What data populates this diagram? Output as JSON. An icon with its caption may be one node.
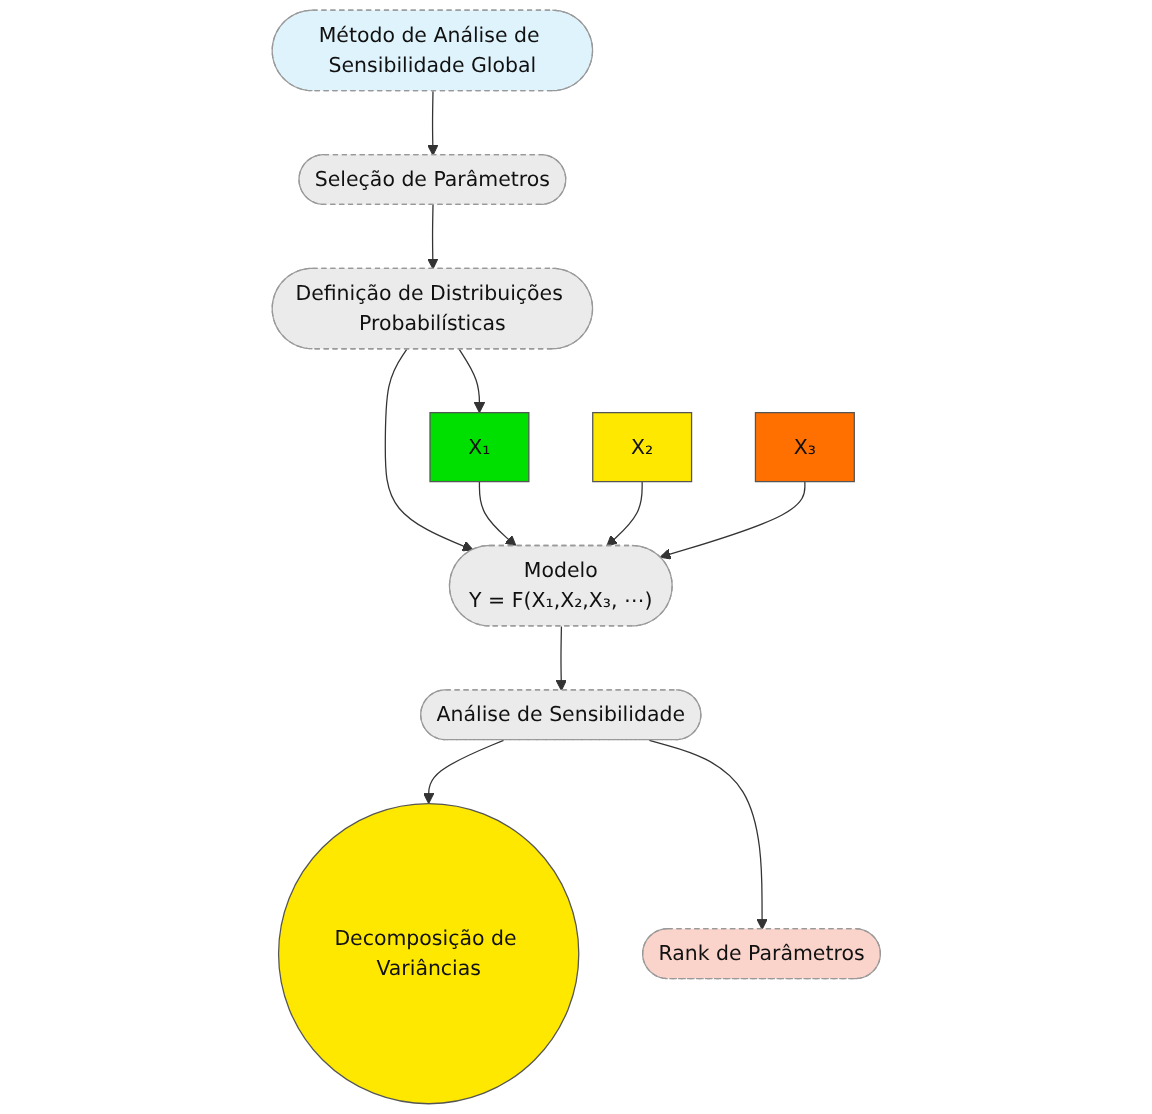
{
  "diagram": {
    "nodes": [
      {
        "text": [
          "Método de Análise de Sensibilidade Global"
        ]
      },
      {
        "text": [
          "Seleção de Parâmetros"
        ]
      },
      {
        "text": [
          "Definição de Distribuições Probabilísticas"
        ]
      },
      {
        "text": [
          "X₁"
        ]
      },
      {
        "text": [
          "X₂"
        ]
      },
      {
        "text": [
          "X₃"
        ]
      },
      {
        "text": [
          "Modelo",
          "Y = F(X₁,X₂,X₃, ⋯)"
        ]
      },
      {
        "text": [
          "Análise de Sensibilidade"
        ]
      },
      {
        "text": [
          "Decomposição de Variâncias"
        ]
      },
      {
        "text": [
          "Rank de Parâmetros"
        ]
      }
    ],
    "edges": [
      {
        "from": 0,
        "to": 1,
        "arrow": "to"
      },
      {
        "from": 1,
        "to": 2,
        "arrow": "to"
      },
      {
        "from": 2,
        "to": 3,
        "arrow": "to"
      },
      {
        "from": 2,
        "to": 6,
        "arrow": "to"
      },
      {
        "from": 3,
        "to": 6,
        "arrow": "to"
      },
      {
        "from": 4,
        "to": 6,
        "arrow": "to"
      },
      {
        "from": 5,
        "to": 6,
        "arrow": "to"
      },
      {
        "from": 6,
        "to": 7,
        "arrow": "to"
      },
      {
        "from": 7,
        "to": 8,
        "arrow": "to"
      },
      {
        "from": 7,
        "to": 9,
        "arrow": "to"
      }
    ]
  }
}
